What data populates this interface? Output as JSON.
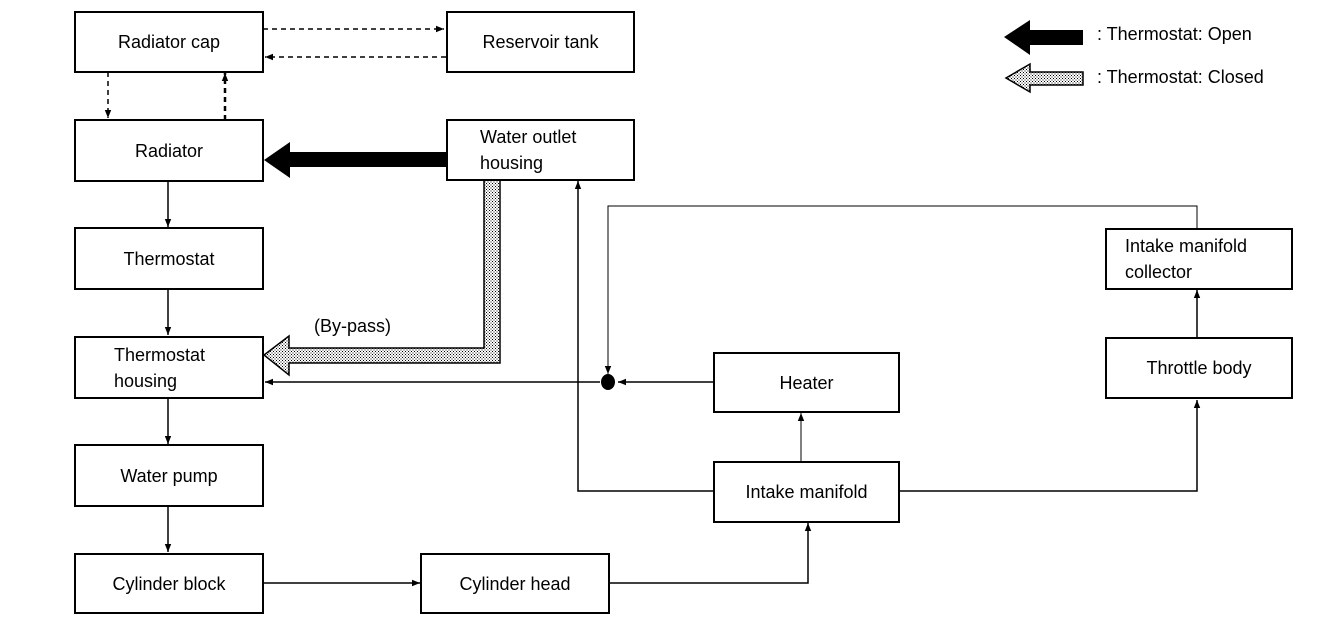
{
  "legend": {
    "open_label": ": Thermostat: Open",
    "closed_label": ": Thermostat: Closed"
  },
  "components": {
    "radiator_cap": "Radiator cap",
    "reservoir_tank": "Reservoir tank",
    "radiator": "Radiator",
    "water_outlet_housing": "Water outlet\nhousing",
    "thermostat": "Thermostat",
    "thermostat_housing": "Thermostat\nhousing",
    "water_pump": "Water pump",
    "cylinder_block": "Cylinder block",
    "cylinder_head": "Cylinder head",
    "intake_manifold": "Intake manifold",
    "heater": "Heater",
    "throttle_body": "Throttle body",
    "intake_manifold_collector": "Intake manifold\ncollector"
  },
  "annotations": {
    "bypass": "(By-pass)"
  },
  "flows": [
    {
      "from": "Radiator cap",
      "to": "Reservoir tank",
      "style": "dashed"
    },
    {
      "from": "Reservoir tank",
      "to": "Radiator cap",
      "style": "dashed"
    },
    {
      "from": "Radiator cap",
      "to": "Radiator",
      "style": "dashed"
    },
    {
      "from": "Radiator",
      "to": "Radiator cap",
      "style": "dashed"
    },
    {
      "from": "Water outlet housing",
      "to": "Radiator",
      "style": "thermostat-open"
    },
    {
      "from": "Water outlet housing",
      "to": "Thermostat housing",
      "style": "thermostat-closed"
    },
    {
      "from": "Radiator",
      "to": "Thermostat",
      "style": "solid"
    },
    {
      "from": "Thermostat",
      "to": "Thermostat housing",
      "style": "solid"
    },
    {
      "from": "Thermostat housing",
      "to": "Water pump",
      "style": "solid"
    },
    {
      "from": "Water pump",
      "to": "Cylinder block",
      "style": "solid"
    },
    {
      "from": "Cylinder block",
      "to": "Cylinder head",
      "style": "solid"
    },
    {
      "from": "Cylinder head",
      "to": "Intake manifold",
      "style": "solid"
    },
    {
      "from": "Intake manifold",
      "to": "Water outlet housing",
      "style": "solid"
    },
    {
      "from": "Intake manifold",
      "to": "Heater",
      "style": "solid"
    },
    {
      "from": "Intake manifold",
      "to": "Throttle body",
      "style": "solid"
    },
    {
      "from": "Throttle body",
      "to": "Intake manifold collector",
      "style": "solid"
    },
    {
      "from": "Intake manifold collector",
      "to": "Thermostat housing",
      "style": "solid"
    },
    {
      "from": "Heater",
      "to": "Thermostat housing",
      "style": "solid"
    }
  ]
}
